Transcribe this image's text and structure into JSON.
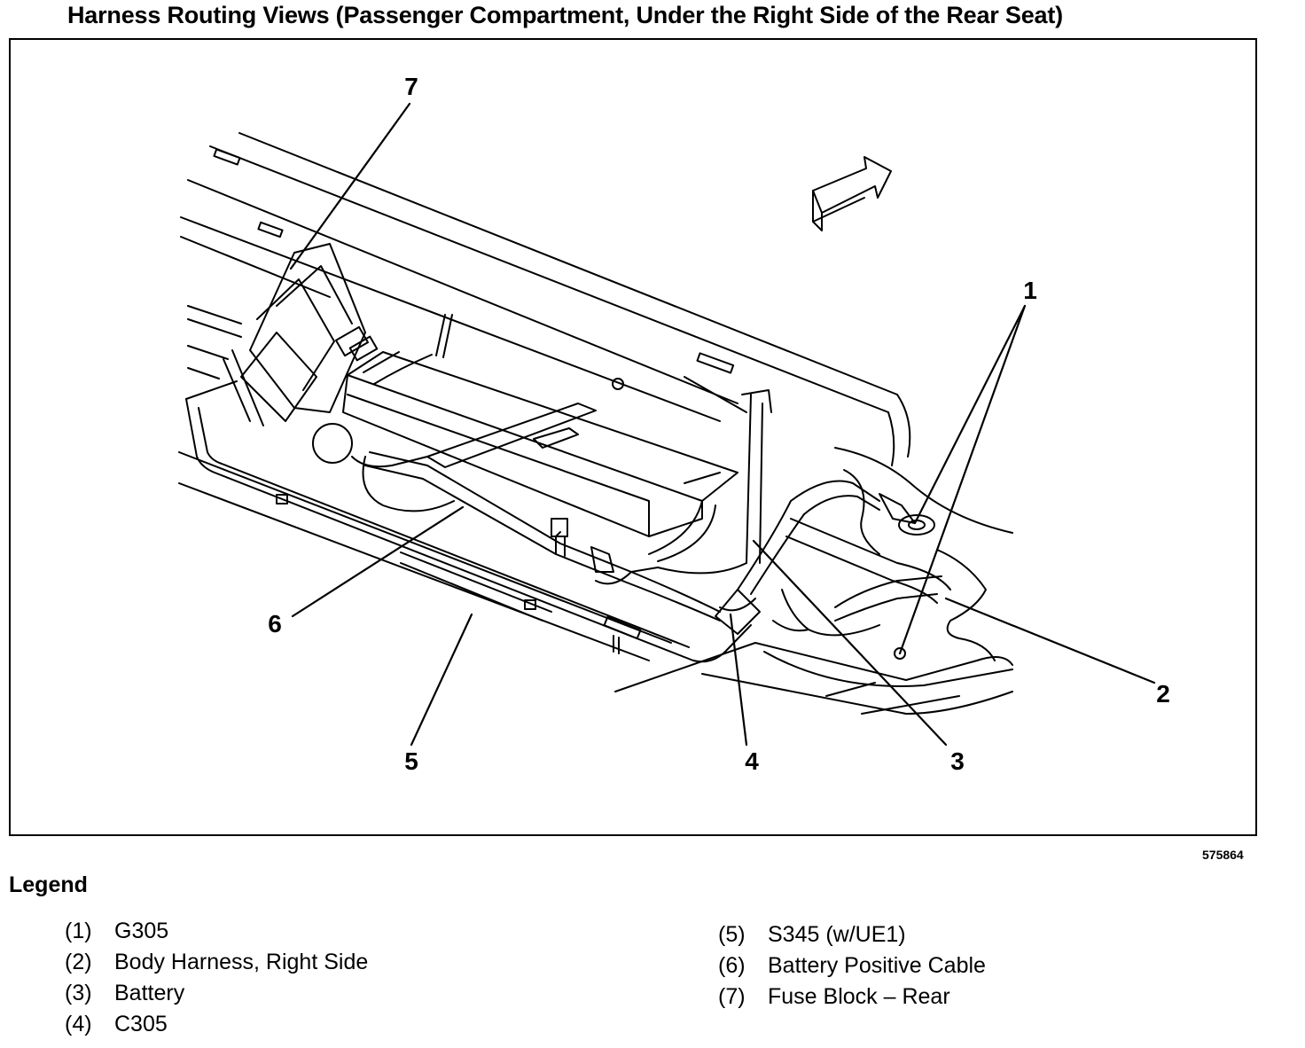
{
  "title": "Harness Routing Views (Passenger Compartment, Under the Right Side of the Rear Seat)",
  "figure_id": "575864",
  "callouts": [
    "1",
    "2",
    "3",
    "4",
    "5",
    "6",
    "7"
  ],
  "legend": {
    "heading": "Legend",
    "items": [
      {
        "num": "(1)",
        "label": "G305"
      },
      {
        "num": "(2)",
        "label": "Body Harness, Right Side"
      },
      {
        "num": "(3)",
        "label": "Battery"
      },
      {
        "num": "(4)",
        "label": "C305"
      },
      {
        "num": "(5)",
        "label": "S345 (w/UE1)"
      },
      {
        "num": "(6)",
        "label": "Battery Positive Cable"
      },
      {
        "num": "(7)",
        "label": "Fuse Block – Rear"
      }
    ]
  }
}
